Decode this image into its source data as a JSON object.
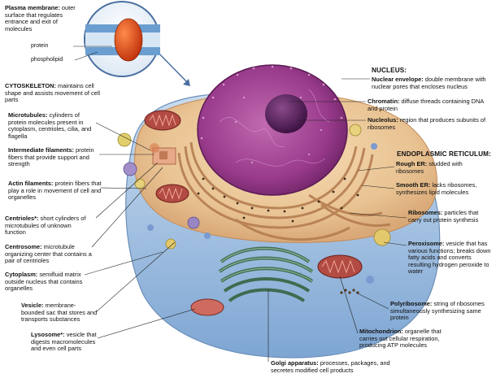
{
  "colors": {
    "cytoplasm": "#e9c79a",
    "membrane_blue": "#8fb6de",
    "nucleus_purple": "#9c3d8e",
    "nucleolus": "#5a1e5e",
    "er_tan": "#c9956a",
    "golgi_green": "#4f7f63",
    "mito_red": "#a8413d",
    "protein_red": "#d94a16"
  },
  "inset": {
    "title": "Plasma membrane:",
    "desc": "outer surface that regulates entrance and exit of molecules",
    "protein": "protein",
    "phospholipid": "phospholipid"
  },
  "left": {
    "cytoskeleton": {
      "t": "CYTOSKELETON:",
      "d": "maintains cell shape and assists movement of cell parts"
    },
    "microtubules": {
      "t": "Microtubules:",
      "d": "cylinders of protein molecules present in cytoplasm, centrioles, cilia, and flagella"
    },
    "intermediate": {
      "t": "Intermediate filaments:",
      "d": "protein fibers that provide support and strength"
    },
    "actin": {
      "t": "Actin filaments:",
      "d": "protein fibers that play a role in movement of cell and organelles"
    },
    "centrioles": {
      "t": "Centrioles*:",
      "d": "short cylinders of microtubules of unknown function"
    },
    "centrosome": {
      "t": "Centrosome:",
      "d": "microtubule organizing center that contains a pair of centrioles"
    },
    "cytoplasm": {
      "t": "Cytoplasm:",
      "d": "semifluid matrix outside nucleus that contains organelles"
    },
    "vesicle": {
      "t": "Vesicle:",
      "d": "membrane-bounded sac that stores and transports substances"
    },
    "lysosome": {
      "t": "Lysosome*:",
      "d": "vesicle that digests macromolecules and even cell parts"
    }
  },
  "right": {
    "nucleus_hdr": "NUCLEUS:",
    "envelope": {
      "t": "Nuclear envelope:",
      "d": "double membrane with nuclear pores that encloses nucleus"
    },
    "chromatin": {
      "t": "Chromatin:",
      "d": "diffuse threads containing DNA and protein"
    },
    "nucleolus": {
      "t": "Nucleolus:",
      "d": "region that produces subunits of ribosomes"
    },
    "er_hdr": "ENDOPLASMIC RETICULUM:",
    "rough": {
      "t": "Rough ER:",
      "d": "studded with ribosomes"
    },
    "smooth": {
      "t": "Smooth ER:",
      "d": "lacks ribosomes, synthesizes lipid molecules"
    },
    "ribosomes": {
      "t": "Ribosomes:",
      "d": "particles that carry out protein synthesis"
    },
    "peroxisome": {
      "t": "Peroxisome:",
      "d": "vesicle that has various functions; breaks down fatty acids and converts resulting hydrogen peroxide to water"
    },
    "polyribosome": {
      "t": "Polyribosome:",
      "d": "string of ribosomes simultaneously synthesizing same protein"
    },
    "mitochondrion": {
      "t": "Mitochondrion:",
      "d": "organelle that carries out cellular respiration, producing ATP molecules"
    },
    "golgi": {
      "t": "Golgi apparatus:",
      "d": "processes, packages, and secretes modified cell products"
    }
  }
}
